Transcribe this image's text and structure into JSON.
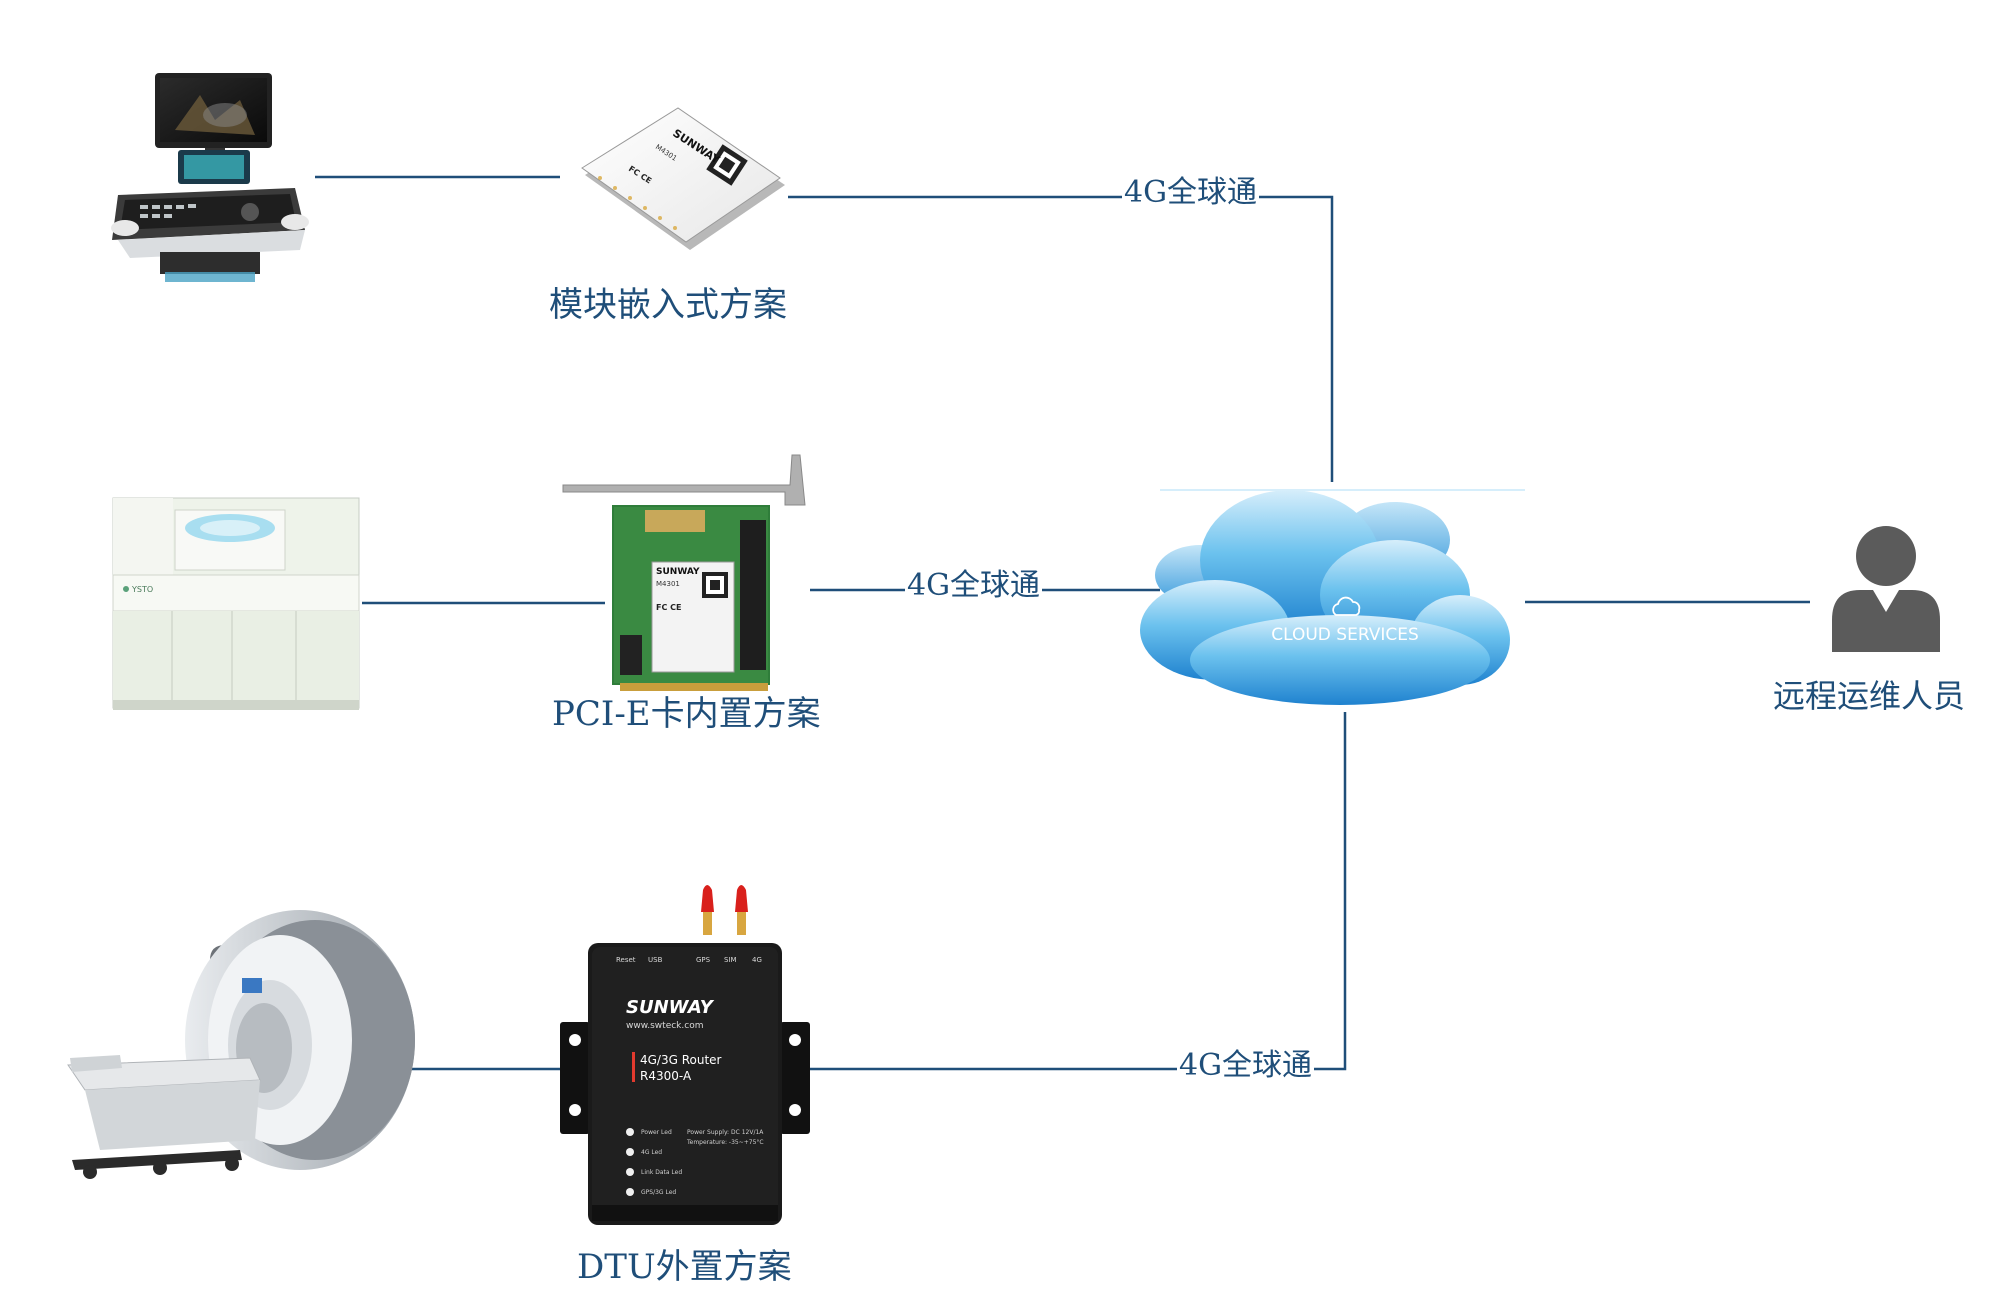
{
  "solutions": {
    "module": "模块嵌入式方案",
    "pcie": "PCI-E卡内置方案",
    "dtu": "DTU外置方案"
  },
  "connection_label": "4G全球通",
  "cloud": {
    "text": "CLOUD SERVICES"
  },
  "person": {
    "label": "远程运维人员"
  },
  "module_chip": {
    "brand": "SUNWAY",
    "model": "M4301",
    "cert": "FC CE"
  },
  "pcie_card": {
    "brand": "SUNWAY",
    "model": "M4301",
    "cert": "FC CE"
  },
  "analyzer": {
    "brand": "YSTO"
  },
  "router": {
    "brand": "SUNWAY",
    "url": "www.swteck.com",
    "line1": "4G/3G Router",
    "line2": "R4300-A",
    "top_ports": [
      "Reset",
      "USB",
      "GPS",
      "SIM",
      "4G"
    ],
    "leds": [
      "Power Led",
      "4G Led",
      "Link Data Led",
      "GPS/3G Led"
    ],
    "power": "Power Supply: DC 12V/1A",
    "temp": "Temperature: -35~+75°C"
  },
  "colors": {
    "line": "#1f4e79",
    "label": "#1f4e79",
    "cloud_light": "#9fd6f3",
    "cloud_dark": "#2b8fd6",
    "person": "#5b5b5b",
    "router_body": "#1a1a1a",
    "router_text": "#e23a2e"
  },
  "icons": [
    "ultrasound-machine",
    "lte-module-chip",
    "blood-analyzer",
    "pcie-card",
    "mri-scanner",
    "dtu-router",
    "cloud-icon",
    "person-icon"
  ]
}
